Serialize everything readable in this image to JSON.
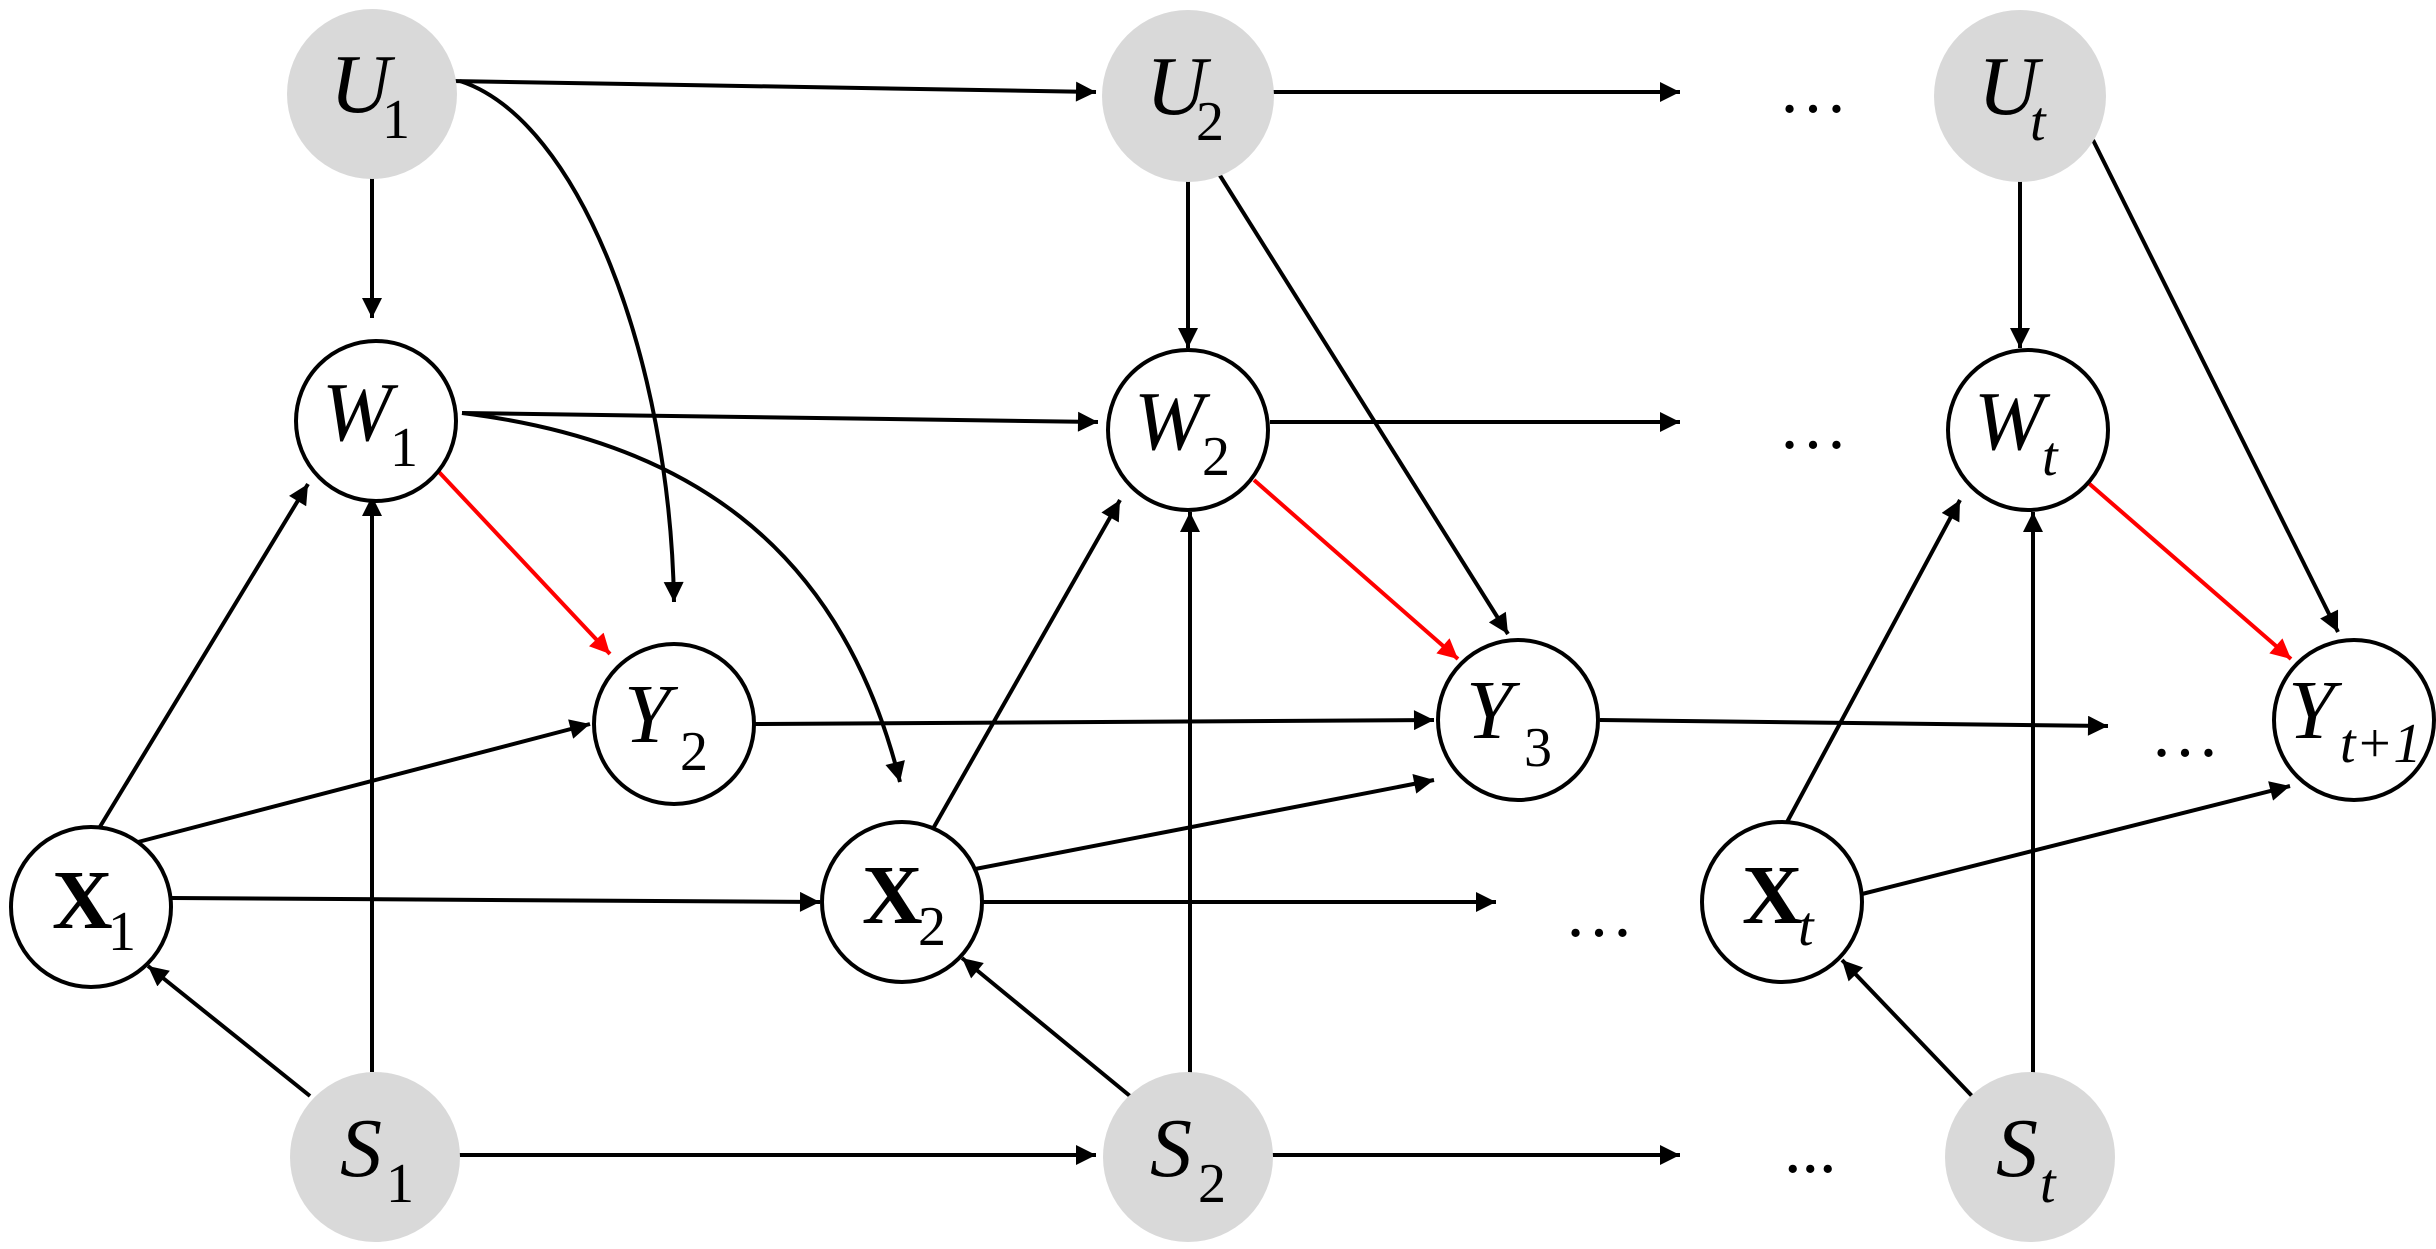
{
  "nodes": [
    {
      "id": "U1",
      "base": "U",
      "sub": "1",
      "kind": "latent"
    },
    {
      "id": "U2",
      "base": "U",
      "sub": "2",
      "kind": "latent"
    },
    {
      "id": "Ut",
      "base": "U",
      "sub": "t",
      "kind": "latent"
    },
    {
      "id": "W1",
      "base": "W",
      "sub": "1",
      "kind": "observed"
    },
    {
      "id": "W2",
      "base": "W",
      "sub": "2",
      "kind": "observed"
    },
    {
      "id": "Wt",
      "base": "W",
      "sub": "t",
      "kind": "observed"
    },
    {
      "id": "Y2",
      "base": "Y",
      "sub": "2",
      "kind": "observed"
    },
    {
      "id": "Y3",
      "base": "Y",
      "sub": "3",
      "kind": "observed"
    },
    {
      "id": "Yt1",
      "base": "Y",
      "sub": "t+1",
      "kind": "observed"
    },
    {
      "id": "X1",
      "base": "X",
      "sub": "1",
      "kind": "observed"
    },
    {
      "id": "X2",
      "base": "X",
      "sub": "2",
      "kind": "observed"
    },
    {
      "id": "Xt",
      "base": "X",
      "sub": "t",
      "kind": "observed"
    },
    {
      "id": "S1",
      "base": "S",
      "sub": "1",
      "kind": "latent"
    },
    {
      "id": "S2",
      "base": "S",
      "sub": "2",
      "kind": "latent"
    },
    {
      "id": "St",
      "base": "S",
      "sub": "t",
      "kind": "latent"
    }
  ],
  "ellipsis": [
    "…",
    "…",
    "…",
    "…",
    "..."
  ],
  "colors": {
    "latent_fill": "#d9d9d9",
    "edge": "#000000",
    "highlight_edge": "#ff0000"
  }
}
